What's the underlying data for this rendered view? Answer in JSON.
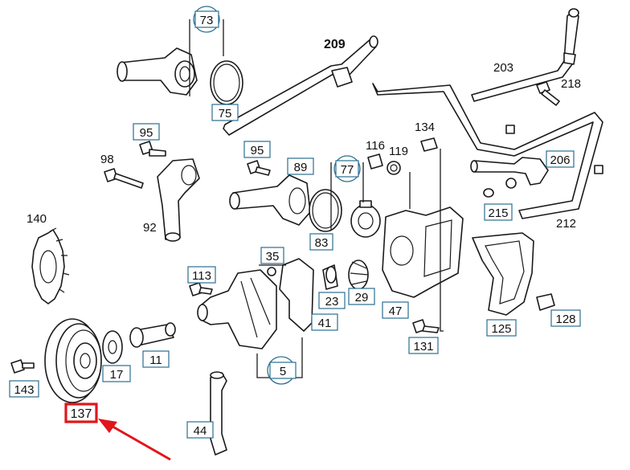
{
  "colors": {
    "callout_box_border": "#2a6f8f",
    "line_art": "#1a1a1a",
    "highlight": "#e0161b",
    "background": "#ffffff"
  },
  "labels": {
    "p73": "73",
    "p75": "75",
    "p209": "209",
    "p203": "203",
    "p218": "218",
    "p95a": "95",
    "p98": "98",
    "p92": "92",
    "p95b": "95",
    "p89": "89",
    "p77": "77",
    "p116": "116",
    "p119": "119",
    "p134": "134",
    "p206": "206",
    "p215": "215",
    "p212": "212",
    "p83": "83",
    "p140": "140",
    "p113": "113",
    "p35": "35",
    "p23": "23",
    "p29": "29",
    "p47": "47",
    "p41": "41",
    "p125": "125",
    "p128": "128",
    "p131": "131",
    "p17": "17",
    "p11": "11",
    "p5": "5",
    "p143": "143",
    "p137": "137",
    "p44": "44"
  },
  "highlight": {
    "part": "137",
    "indicator": "red-arrow"
  }
}
